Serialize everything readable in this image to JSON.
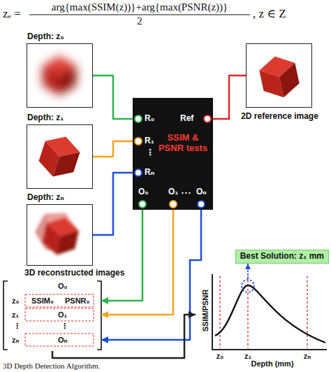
{
  "diagram": {
    "caption": "3D Depth Detection Algorithm.",
    "nodes": [
      {
        "text": [
          "Depth: z₀"
        ]
      },
      {
        "text": [
          "Depth: z₁"
        ]
      },
      {
        "text": [
          "Depth: zₙ"
        ]
      },
      {
        "text": [
          "2D reference image"
        ]
      },
      {
        "text": [
          "R₀",
          "Ref",
          "R₁",
          "⋮",
          "SSIM & PSNR tests",
          "Rₙ",
          "O₀",
          "O₁",
          "• • •",
          "Oₙ"
        ]
      },
      {
        "text": [
          "O₀",
          "z₀",
          "SSIM₀",
          "PSNR₀",
          "z₁",
          "O₁",
          "⋮",
          "⋮",
          "zₙ",
          "Oₙ"
        ]
      },
      {
        "text": [
          "SSIM/PSNR",
          "z₀",
          "z₁",
          "zₙ",
          "Depth (mm)"
        ]
      },
      {
        "text": [
          "Best Solution: z₁ mm"
        ]
      }
    ],
    "edges": [
      {
        "from": 0,
        "to": 4,
        "arrow": "none"
      },
      {
        "from": 1,
        "to": 4,
        "arrow": "none"
      },
      {
        "from": 2,
        "to": 4,
        "arrow": "none"
      },
      {
        "from": 4,
        "to": 3,
        "arrow": "none"
      },
      {
        "from": 4,
        "to": 5,
        "arrow": "to"
      },
      {
        "from": 4,
        "to": 5,
        "arrow": "to"
      },
      {
        "from": 4,
        "to": 5,
        "arrow": "to"
      },
      {
        "from": 5,
        "to": 6,
        "arrow": "to"
      }
    ],
    "labels": [
      "zₑ =",
      "arg{max(SSIM(z))}+arg{max(PSNR(z))}",
      "2",
      ", z ∈ Z",
      "3D reconstructed images"
    ]
  }
}
